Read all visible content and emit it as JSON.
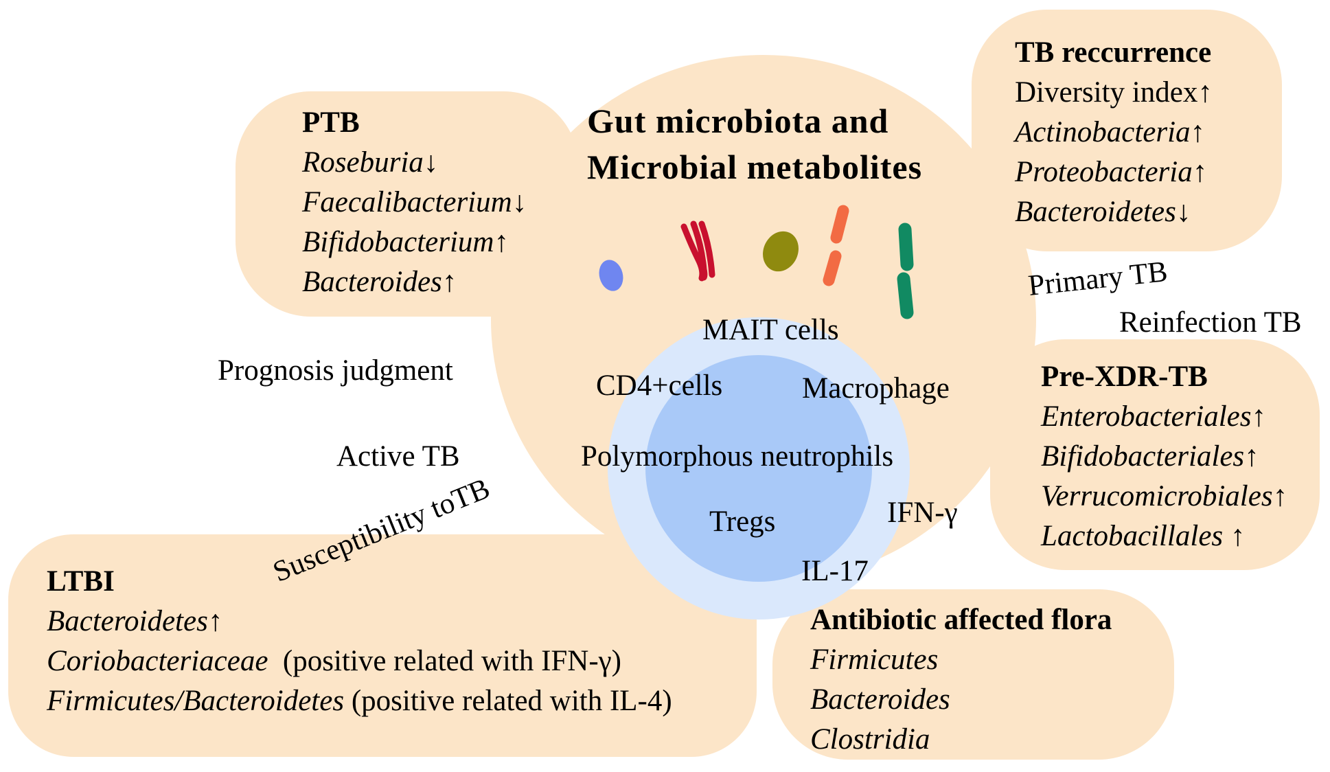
{
  "center": {
    "title_line1": "Gut microbiota and",
    "title_line2": "Microbial metabolites"
  },
  "cells": {
    "mait": "MAIT cells",
    "cd4": "CD4+cells",
    "macrophage": "Macrophage",
    "neutrophils": "Polymorphous neutrophils",
    "tregs": "Tregs",
    "ifn": "IFN-γ",
    "il17": "IL-17"
  },
  "labels": {
    "prognosis": "Prognosis judgment",
    "active_tb": "Active TB",
    "susceptibility": "Susceptibility toTB",
    "primary_tb": "Primary TB",
    "reinfection_tb": "Reinfection TB"
  },
  "ptb": {
    "title": "PTB",
    "items": [
      {
        "name": "Roseburia",
        "suffix": "↓"
      },
      {
        "name": "Faecalibacterium",
        "suffix": "↓"
      },
      {
        "name": "Bifidobacterium",
        "suffix": "↑"
      },
      {
        "name": "Bacteroides",
        "suffix": "↑"
      }
    ]
  },
  "tb_recurrence": {
    "title": "TB reccurrence",
    "items": [
      {
        "name": "",
        "suffix": "Diversity index↑"
      },
      {
        "name": "Actinobacteria",
        "suffix": "↑"
      },
      {
        "name": "Proteobacteria",
        "suffix": "↑"
      },
      {
        "name": "Bacteroidetes",
        "suffix": "↓"
      }
    ]
  },
  "pre_xdr_tb": {
    "title": "Pre-XDR-TB",
    "items": [
      {
        "name": "Enterobacteriales",
        "suffix": "↑"
      },
      {
        "name": "Bifidobacteriales",
        "suffix": "↑"
      },
      {
        "name": "Verrucomicrobiales",
        "suffix": "↑"
      },
      {
        "name": "Lactobacillales",
        "suffix": " ↑"
      }
    ]
  },
  "ltbi": {
    "title": "LTBI",
    "items": [
      {
        "name": "Bacteroidetes",
        "suffix": "↑"
      },
      {
        "name": "Coriobacteriaceae",
        "suffix": "  (positive related with IFN-γ)"
      },
      {
        "name": "Firmicutes/Bacteroidetes",
        "suffix": " (positive related with IL-4)"
      }
    ]
  },
  "antibiotic": {
    "title": "Antibiotic affected flora",
    "items": [
      {
        "name": "Firmicutes",
        "suffix": ""
      },
      {
        "name": "Bacteroides",
        "suffix": ""
      },
      {
        "name": "Clostridia",
        "suffix": ""
      }
    ]
  },
  "colors": {
    "blob_fill": "#fce5c8",
    "outer_circle": "#dae8fc",
    "inner_circle": "#a9c9f8",
    "bact_blue": "#6f86f0",
    "bact_red": "#c8102e",
    "bact_olive": "#8f8a0f",
    "bact_orange": "#f26b43",
    "bact_green": "#118a62"
  }
}
